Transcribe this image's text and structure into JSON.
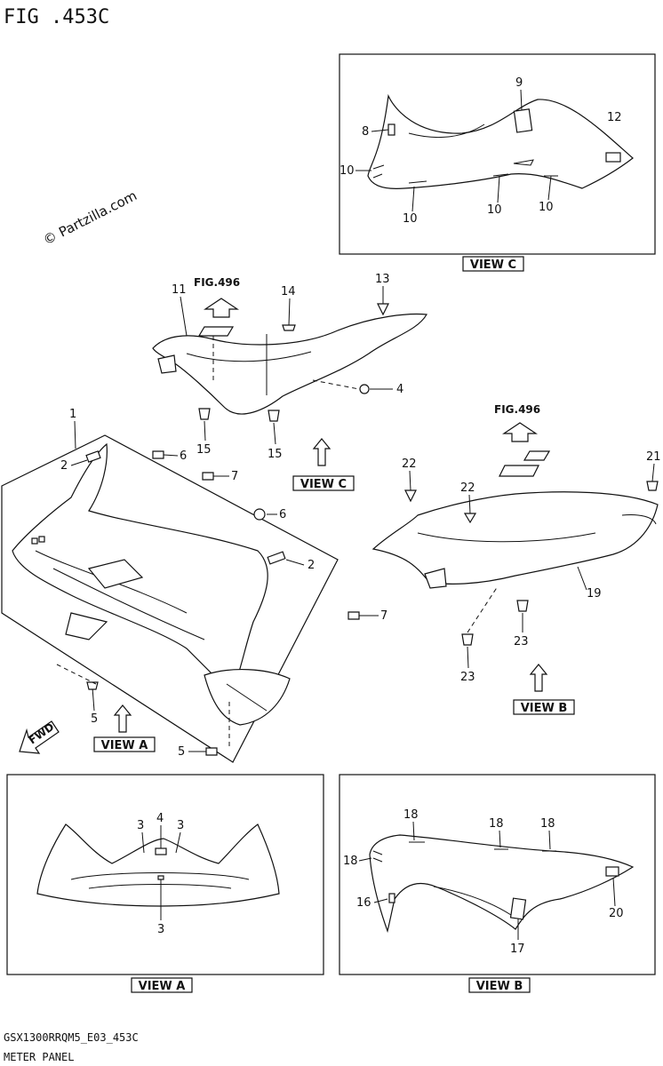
{
  "figure": {
    "title": "FIG .453C",
    "watermark": "© Partzilla.com"
  },
  "callouts": {
    "c1": "1",
    "c2a": "2",
    "c2b": "2",
    "c3a": "3",
    "c3b": "3",
    "c3c": "3",
    "c4a": "4",
    "c4b": "4",
    "c5a": "5",
    "c5b": "5",
    "c6a": "6",
    "c6b": "6",
    "c7a": "7",
    "c7b": "7",
    "c8": "8",
    "c9": "9",
    "c10a": "10",
    "c10b": "10",
    "c10c": "10",
    "c10d": "10",
    "c11": "11",
    "c12": "12",
    "c13": "13",
    "c14": "14",
    "c15a": "15",
    "c15b": "15",
    "c16": "16",
    "c17": "17",
    "c18a": "18",
    "c18b": "18",
    "c18c": "18",
    "c18d": "18",
    "c19": "19",
    "c20": "20",
    "c21": "21",
    "c22a": "22",
    "c22b": "22",
    "c23a": "23",
    "c23b": "23"
  },
  "references": {
    "fig496_a": "FIG.496",
    "fig496_b": "FIG.496"
  },
  "views": {
    "view_a_marker": "VIEW A",
    "view_b_marker": "VIEW B",
    "view_c_marker": "VIEW C",
    "view_a_caption": "VIEW A",
    "view_b_caption": "VIEW B",
    "view_c_caption": "VIEW C"
  },
  "direction": {
    "fwd": "FWD"
  },
  "footer": {
    "model_code": "GSX1300RRQM5_E03_453C",
    "part_name": "METER PANEL"
  },
  "icons": [
    "up-arrow-icon",
    "fwd-arrow-icon"
  ]
}
